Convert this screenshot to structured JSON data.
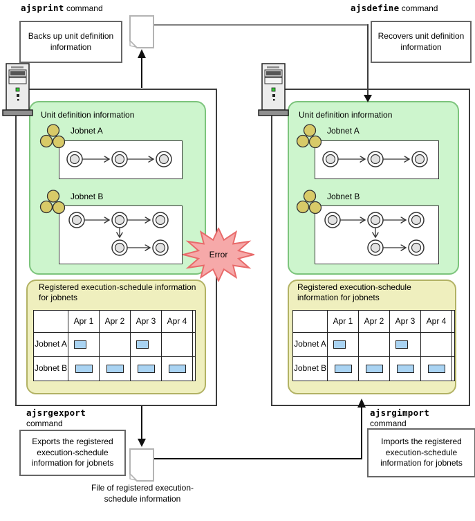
{
  "commands": {
    "ajsprint": {
      "name": "ajsprint",
      "word": "command",
      "description": "Backs up unit definition information"
    },
    "ajsdefine": {
      "name": "ajsdefine",
      "word": "command",
      "description": "Recovers unit definition information"
    },
    "ajsrgexport": {
      "name": "ajsrgexport",
      "word": "command",
      "description": "Exports the registered execution-schedule information for jobnets"
    },
    "ajsrgimport": {
      "name": "ajsrgimport",
      "word": "command",
      "description": "Imports the registered execution-schedule information for jobnets"
    }
  },
  "error_label": "Error",
  "file_caption": "File of registered execution-schedule information",
  "left_panel": {
    "unit_title": "Unit definition information",
    "jobnet_a_label": "Jobnet A",
    "jobnet_b_label": "Jobnet B",
    "schedule_title": "Registered execution-schedule information for jobnets",
    "table": {
      "col_headers": [
        "Apr 1",
        "Apr 2",
        "Apr 3",
        "Apr 4"
      ],
      "rows": [
        {
          "label": "Jobnet A",
          "marks": [
            true,
            false,
            true,
            false
          ]
        },
        {
          "label": "Jobnet B",
          "marks": [
            true,
            true,
            true,
            true
          ]
        }
      ]
    }
  },
  "right_panel": {
    "unit_title": "Unit definition information",
    "jobnet_a_label": "Jobnet A",
    "jobnet_b_label": "Jobnet B",
    "schedule_title": "Registered execution-schedule information for jobnets",
    "table": {
      "col_headers": [
        "Apr 1",
        "Apr 2",
        "Apr 3",
        "Apr 4"
      ],
      "rows": [
        {
          "label": "Jobnet A",
          "marks": [
            true,
            false,
            true,
            false
          ]
        },
        {
          "label": "Jobnet B",
          "marks": [
            true,
            true,
            true,
            true
          ]
        }
      ]
    }
  },
  "icons": {
    "server": "server-tower-icon",
    "file": "document-file-icon",
    "jobnet": "jobnet-group-icon",
    "error": "error-starburst-icon"
  },
  "colors": {
    "green_fill": "#cdf5cd",
    "green_border": "#7cc47c",
    "yellow_fill": "#efefbe",
    "yellow_border": "#b2b264",
    "mark_blue": "#a9d3f2",
    "error_fill": "#f6a9a9",
    "error_border": "#e86a6a",
    "jobnet_icon_fill": "#d8ca68",
    "connector_gray": "#808080"
  }
}
